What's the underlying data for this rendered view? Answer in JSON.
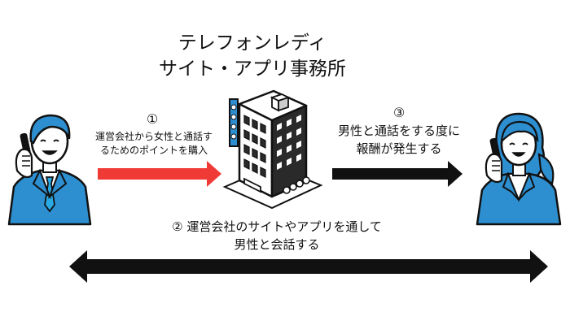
{
  "title": {
    "line1": "テレフォンレディ",
    "line2": "サイト・アプリ事務所"
  },
  "step1": {
    "number": "①",
    "line1": "運営会社から女性と通話す",
    "line2": "るためのポイントを購入"
  },
  "step3": {
    "number": "③",
    "line1": "男性と通話をする度に",
    "line2": "報酬が発生する"
  },
  "step2": {
    "line1": "②  運営会社のサイトやアプリを通して",
    "line2": "男性と会話する"
  },
  "colors": {
    "red_arrow": "#f03a36",
    "black_arrow": "#111111",
    "suit_blue": "#2e8fd0",
    "skin": "#ffffff",
    "accent_blue": "#29a9e1"
  },
  "icons": {
    "man": "man-on-phone-icon",
    "woman": "woman-on-phone-icon",
    "building": "office-building-icon"
  }
}
